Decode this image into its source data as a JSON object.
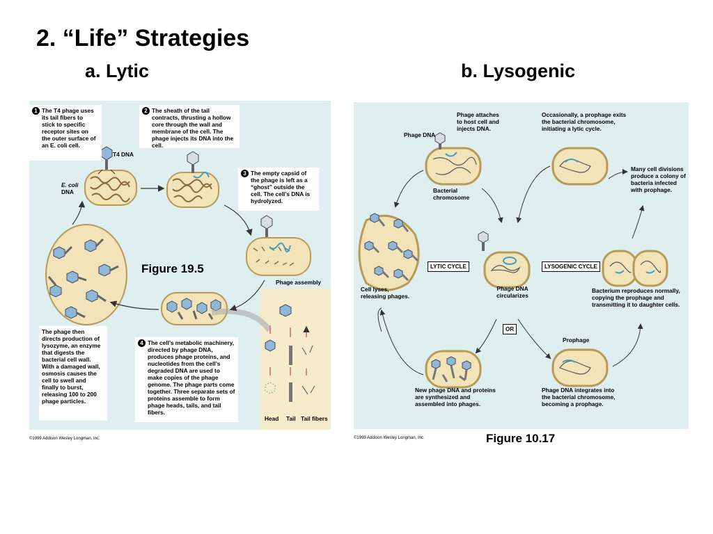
{
  "slide": {
    "title": "2. “Life” Strategies",
    "sub_a": "a. Lytic",
    "sub_b": "b. Lysogenic",
    "caption_a": "Figure 19.5",
    "caption_b": "Figure 10.17",
    "copyright": "©1999 Addison Wesley Longman, Inc."
  },
  "lytic": {
    "step1": {
      "num": "1",
      "text": "The T4 phage uses its tail fibers to stick to specific receptor sites on the outer surface of an E. coli cell."
    },
    "step2": {
      "num": "2",
      "text": "The sheath of the tail contracts, thrusting a hollow core through the wall and membrane of the cell. The phage injects its DNA into the cell."
    },
    "step3": {
      "num": "3",
      "text": "The empty capsid of the phage is left as a “ghost” outside the cell. The cell’s DNA is hydrolyzed."
    },
    "step4": {
      "num": "4",
      "text": "The cell’s metabolic machinery, directed by phage DNA, produces phage proteins, and nucleotides from the cell’s degraded DNA are used to make copies of the phage genome. The phage parts come together. Three separate sets of proteins assemble to form phage heads, tails, and tail fibers."
    },
    "step5": {
      "text": "The phage then directs production of lysozyme, an enzyme that digests the bacterial cell wall. With a damaged wall, osmosis causes the cell to swell and finally to burst, releasing 100 to 200 phage particles."
    },
    "label_t4": "T4 DNA",
    "label_ecoli_1": "E. coli",
    "label_ecoli_2": "DNA",
    "label_assembly": "Phage assembly",
    "label_head": "Head",
    "label_tail": "Tail",
    "label_fibers": "Tail fibers"
  },
  "lysogenic": {
    "attach": "Phage attaches to host cell and injects DNA.",
    "phage_dna": "Phage DNA",
    "bact_chrom": "Bacterial chromosome",
    "exits": "Occasionally, a prophage exits the bacterial chromosome, initiating a lytic cycle.",
    "divisions": "Many cell divisions produce a colony of bacteria infected with prophage.",
    "lytic_cycle": "LYTIC CYCLE",
    "lysogenic_cycle": "LYSOGENIC CYCLE",
    "circularizes": "Phage DNA circularizes",
    "or": "OR",
    "lyses": "Cell lyses, releasing phages.",
    "reproduces": "Bacterium reproduces normally, copying the prophage and transmitting it to daughter cells.",
    "prophage": "Prophage",
    "new_dna": "New phage DNA and proteins are synthesized and assembled into phages.",
    "integrates": "Phage DNA integrates into the bacterial chromosome, becoming a prophage."
  },
  "colors": {
    "panel_bg": "#dfeeee",
    "cell_fill": "#f3e3b8",
    "cell_stroke": "#b89a58",
    "phage": "#8fb8d8",
    "dna": "#3aa0c8",
    "assembly_bg": "#f6eccb"
  }
}
